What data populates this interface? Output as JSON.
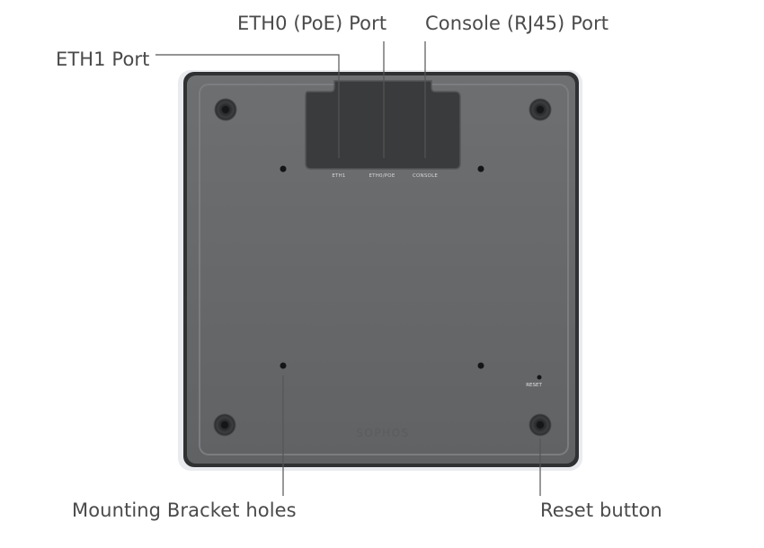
{
  "callouts": {
    "eth0": "ETH0 (PoE) Port",
    "console": "Console (RJ45) Port",
    "eth1": "ETH1 Port",
    "mounting": "Mounting Bracket holes",
    "reset": "Reset button"
  },
  "device": {
    "port_labels": {
      "eth1": "ETH1",
      "eth0": "ETH0/POE",
      "console": "CONSOLE"
    },
    "reset_label": "RESET",
    "brand": "SOPHOS"
  },
  "colors": {
    "body": "#67696b",
    "frame": "#2e3032",
    "port_bay": "#3a3b3d",
    "leader": "#555555"
  }
}
